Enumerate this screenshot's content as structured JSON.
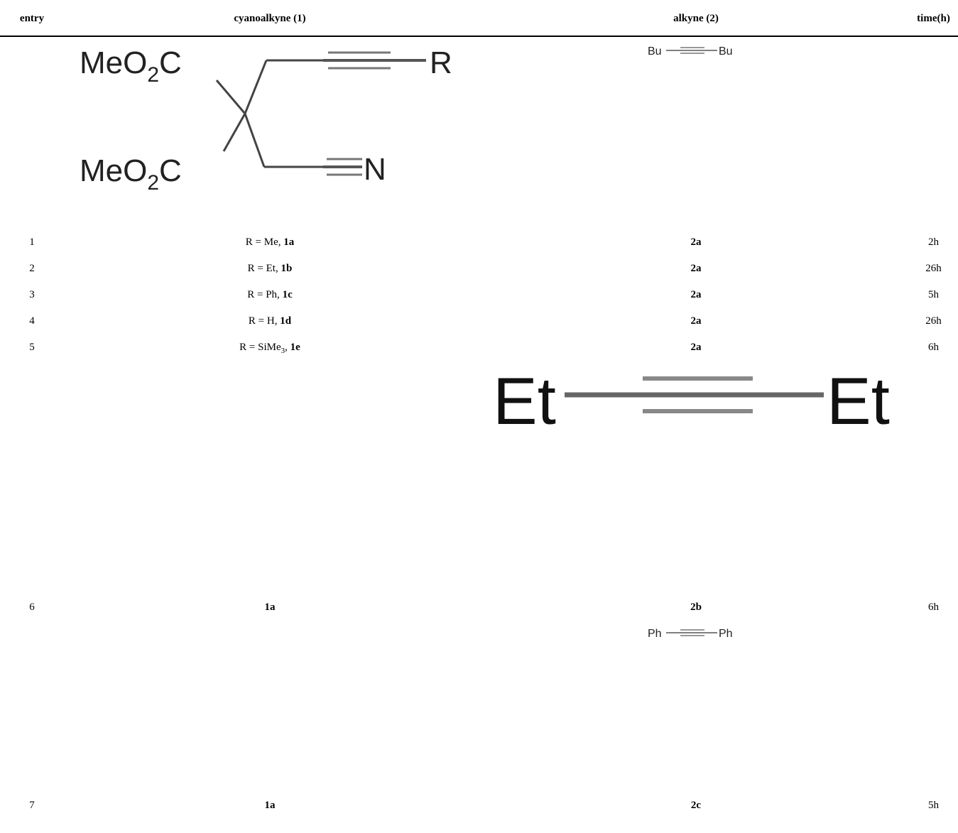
{
  "header": {
    "entry": "entry",
    "cyanoalkyne": "cyanoalkyne (1)",
    "alkyne": "alkyne (2)",
    "time": "time(h)"
  },
  "structure_cyanoalkyne": {
    "top_ester": "MeO",
    "top_sub": "2",
    "top_c": "C",
    "bottom_ester": "MeO",
    "bottom_sub": "2",
    "bottom_c": "C",
    "r_group": "R",
    "nitrogen": "N"
  },
  "alkyne_structures": {
    "bu": {
      "left": "Bu",
      "right": "Bu"
    },
    "et": {
      "left": "Et",
      "right": "Et"
    },
    "ph": {
      "left": "Ph",
      "right": "Ph"
    }
  },
  "rows": [
    {
      "entry": "1",
      "r_prefix": "R = Me, ",
      "r_bold": "1a",
      "alkyne": "2a",
      "time": "2h"
    },
    {
      "entry": "2",
      "r_prefix": "R = Et, ",
      "r_bold": "1b",
      "alkyne": "2a",
      "time": "26h"
    },
    {
      "entry": "3",
      "r_prefix": "R = Ph, ",
      "r_bold": "1c",
      "alkyne": "2a",
      "time": "5h"
    },
    {
      "entry": "4",
      "r_prefix": "R = H, ",
      "r_bold": "1d",
      "alkyne": "2a",
      "time": "26h"
    },
    {
      "entry": "5",
      "r_prefix": "R = SiMe",
      "r_sub": "3",
      "r_suffix": ", ",
      "r_bold": "1e",
      "alkyne": "2a",
      "time": "6h"
    },
    {
      "entry": "6",
      "r_bold": "1a",
      "alkyne": "2b",
      "time": "6h"
    },
    {
      "entry": "7",
      "r_bold": "1a",
      "alkyne": "2c",
      "time": "5h"
    }
  ]
}
